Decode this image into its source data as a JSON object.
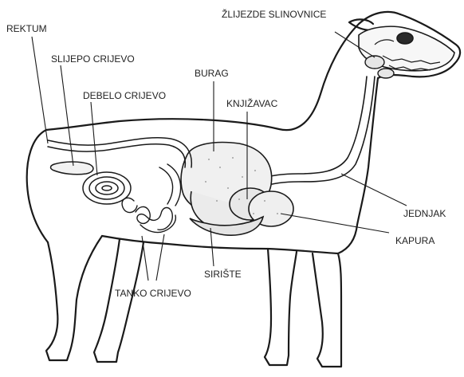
{
  "labels": {
    "rektum": "REKTUM",
    "slijepo_crijevo": "SLIJEPO CRIJEVO",
    "debelo_crijevo": "DEBELO CRIJEVO",
    "burag": "BURAG",
    "knjizavac": "KNJIŽAVAC",
    "zlijezde_slinovnice": "ŽLIJEZDE SLINOVNICE",
    "jednjak": "JEDNJAK",
    "kapura": "KAPURA",
    "siriste": "SIRIŠTE",
    "tanko_crijevo": "TANKO CRIJEVO"
  },
  "colors": {
    "outline": "#1a1a1a",
    "organ_fill": "#f2f2f2",
    "organ_shade": "#d9d9d9",
    "label_text": "#222222"
  }
}
